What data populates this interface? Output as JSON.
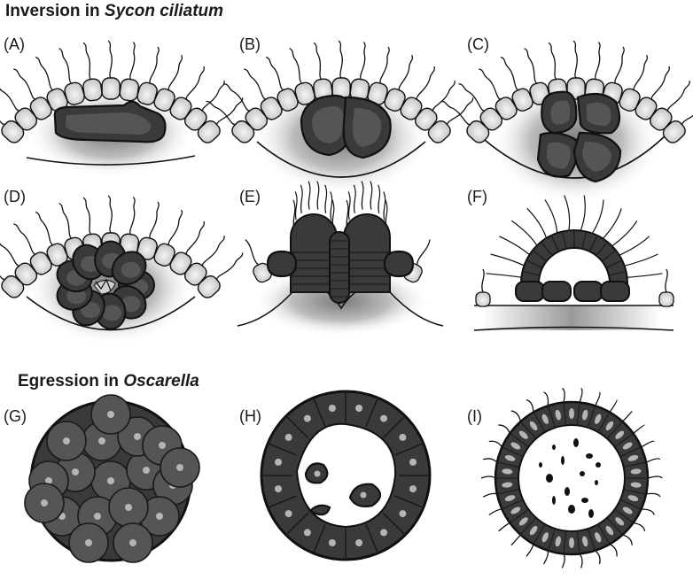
{
  "titles": {
    "top_prefix": "Inversion in ",
    "top_species": "Sycon ciliatum",
    "bottom_prefix": "Egression in ",
    "bottom_species": "Oscarella"
  },
  "panels": [
    "(A)",
    "(B)",
    "(C)",
    "(D)",
    "(E)",
    "(F)",
    "(G)",
    "(H)",
    "(I)"
  ],
  "colors": {
    "dark_cell": "#3a3a3a",
    "dark_cell_inner": "#555555",
    "light_cell": "#dcdcdc",
    "nucleus": "#b5b5b5",
    "outline": "#111111"
  }
}
